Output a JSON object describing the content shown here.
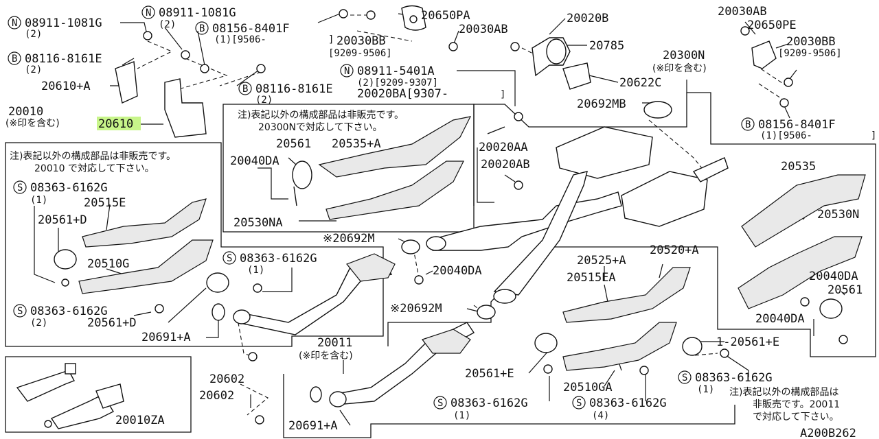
{
  "highlight_color": "#c8f58a",
  "labels": {
    "n_08911_1081G_a": "N",
    "p_08911_1081G_a": "08911-1081G",
    "q_08911_1081G_a": "(2)",
    "n_08911_1081G_b": "N",
    "p_08911_1081G_b": "08911-1081G",
    "q_08911_1081G_b": "(2)",
    "n_08156_8401F_a": "B",
    "p_08156_8401F_a": "08156-8401F",
    "q_08156_8401F_a": "(1)[9506-",
    "b_08156_8401F_a": "]",
    "n_08116_8161E_a": "B",
    "p_08116_8161E_a": "08116-8161E",
    "q_08116_8161E_a": "(2)",
    "p_20610_A": "20610+A",
    "n_08116_8161E_b": "B",
    "p_08116_8161E_b": "08116-8161E",
    "q_08116_8161E_b": "(2)",
    "p_20010": "20010",
    "j_20010": "(※印を含む)",
    "p_20610": "20610",
    "p_20650PA": "20650PA",
    "p_20030AB_a": "20030AB",
    "p_20030BB_a": "20030BB",
    "d_20030BB_a": "[9209-9506]",
    "n_08911_5401A": "N",
    "p_08911_5401A": "08911-5401A",
    "q_08911_5401A": "(2)[9209-9307]",
    "p_20020BA": "20020BA[9307-",
    "b_20020BA": "]",
    "p_20020B": "20020B",
    "p_20785": "20785",
    "p_20622C": "20622C",
    "p_20030AB_b": "20030AB",
    "p_20650PE": "20650PE",
    "p_20030BB_b": "20030BB",
    "d_20030BB_b": "[9209-9506]",
    "p_20300N": "20300N",
    "j_20300N": "(※印を含む)",
    "p_20692MB": "20692MB",
    "n_08156_8401F_b": "B",
    "p_08156_8401F_b": "08156-8401F",
    "q_08156_8401F_b": "(1)[9506-",
    "b_08156_8401F_b": "]",
    "note1_l1": "注)表記以外の構成部品は非販売です。",
    "note1_l2": "20300Nで対応して下さい。",
    "p_20561_a": "20561",
    "p_20535_A": "20535+A",
    "p_20040DA_a": "20040DA",
    "p_20530NA": "20530NA",
    "p_20020AA": "20020AA",
    "p_20020AB": "20020AB",
    "note2_l1": "注)表記以外の構成部品は非販売です。",
    "note2_l2": "20010 で対応して下さい。",
    "n_08363_6162G_a": "S",
    "p_08363_6162G_a": "08363-6162G",
    "q_08363_6162G_a": "(1)",
    "p_20515E": "20515E",
    "p_20561_D_a": "20561+D",
    "p_20510G": "20510G",
    "n_08363_6162G_b": "S",
    "p_08363_6162G_b": "08363-6162G",
    "q_08363_6162G_b": "(2)",
    "p_20561_D_b": "20561+D",
    "n_08363_6162G_c": "S",
    "p_08363_6162G_c": "08363-6162G",
    "q_08363_6162G_c": "(1)",
    "p_20691_A_a": "20691+A",
    "p_20692M_a": "※20692M",
    "p_20040DA_b": "20040DA",
    "p_20692M_b": "※20692M",
    "p_20525_A": "20525+A",
    "p_20520_A": "20520+A",
    "p_20515EA": "20515EA",
    "p_20535": "20535",
    "p_20530N": "20530N",
    "p_20040DA_c": "20040DA",
    "p_20561_b": "20561",
    "p_20040DA_d": "20040DA",
    "p_20011": "20011",
    "j_20011": "(※印を含む)",
    "p_20602_a": "20602",
    "p_20602_b": "20602",
    "p_20691_A_b": "20691+A",
    "p_20561_E_a": "20561+E",
    "p_20510GA": "20510GA",
    "p_20561_E_b": "1-20561+E",
    "n_08363_6162G_d": "S",
    "p_08363_6162G_d": "08363-6162G",
    "q_08363_6162G_d": "(1)",
    "n_08363_6162G_e": "S",
    "p_08363_6162G_e": "08363-6162G",
    "q_08363_6162G_e": "(4)",
    "n_08363_6162G_f": "S",
    "p_08363_6162G_f": "08363-6162G",
    "q_08363_6162G_f": "(1)",
    "note3_l1": "注)表記以外の構成部品は",
    "note3_l2": "非販売です。20011",
    "note3_l3": "で対応して下さい。",
    "p_20010ZA": "20010ZA",
    "diagram_id": "A200B262"
  }
}
